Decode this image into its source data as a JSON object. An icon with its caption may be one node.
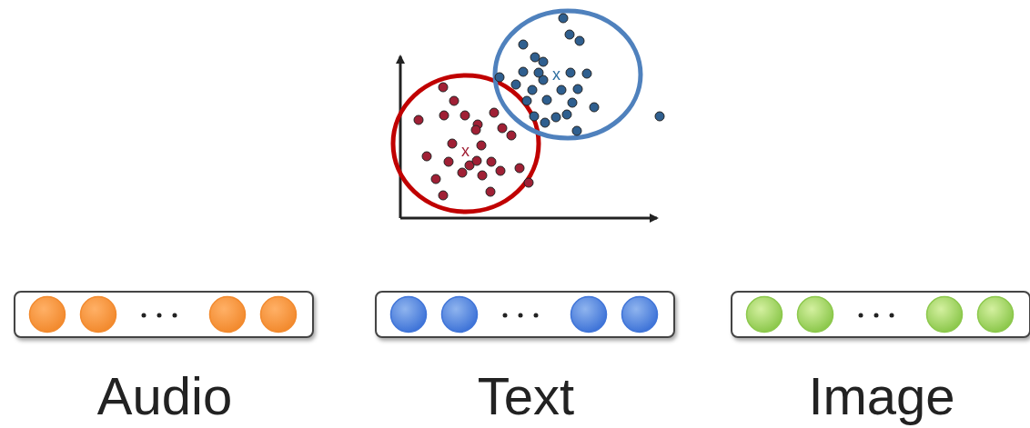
{
  "diagram": {
    "nodes": [
      {
        "text": [
          "Audio"
        ]
      },
      {
        "text": [
          "Text"
        ]
      },
      {
        "text": [
          "Image"
        ]
      }
    ],
    "labels": [
      "x",
      "x"
    ]
  }
}
